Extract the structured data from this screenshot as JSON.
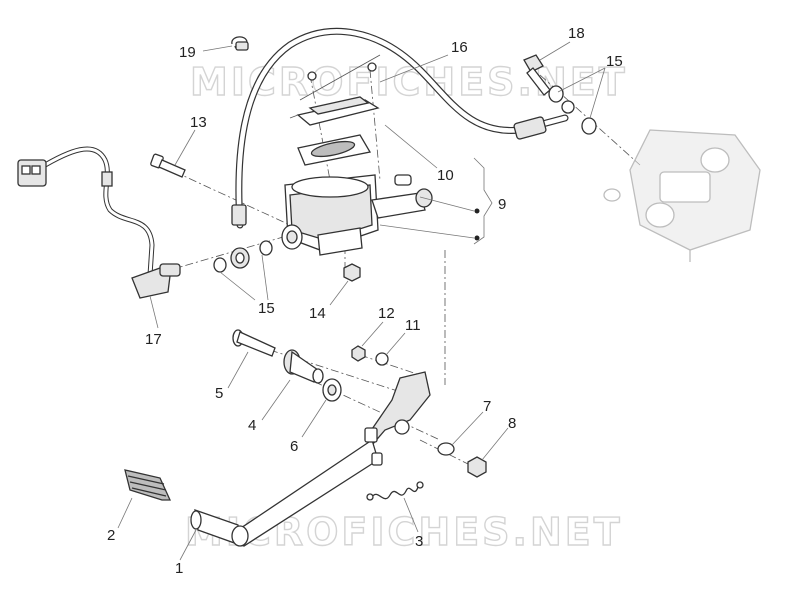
{
  "watermark": "MICROFICHES.NET",
  "callouts": [
    {
      "id": "19",
      "label": "19"
    },
    {
      "id": "16",
      "label": "16"
    },
    {
      "id": "18",
      "label": "18"
    },
    {
      "id": "15a",
      "label": "15"
    },
    {
      "id": "13",
      "label": "13"
    },
    {
      "id": "10",
      "label": "10"
    },
    {
      "id": "9",
      "label": "9"
    },
    {
      "id": "15b",
      "label": "15"
    },
    {
      "id": "14",
      "label": "14"
    },
    {
      "id": "17",
      "label": "17"
    },
    {
      "id": "12",
      "label": "12"
    },
    {
      "id": "11",
      "label": "11"
    },
    {
      "id": "5",
      "label": "5"
    },
    {
      "id": "4",
      "label": "4"
    },
    {
      "id": "6",
      "label": "6"
    },
    {
      "id": "7",
      "label": "7"
    },
    {
      "id": "8",
      "label": "8"
    },
    {
      "id": "2",
      "label": "2"
    },
    {
      "id": "3",
      "label": "3"
    },
    {
      "id": "1",
      "label": "1"
    }
  ]
}
